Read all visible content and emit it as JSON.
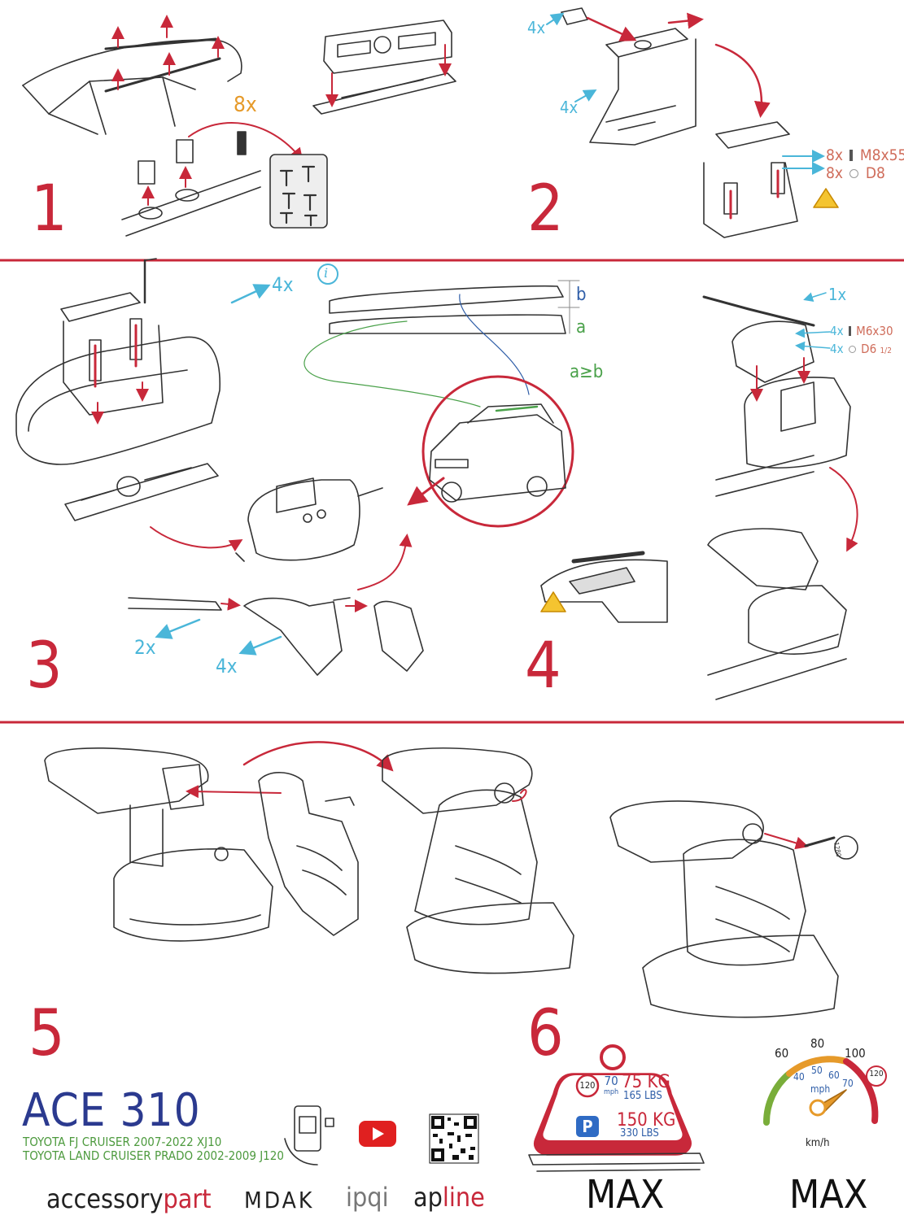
{
  "steps": [
    "1",
    "2",
    "3",
    "4",
    "5",
    "6"
  ],
  "step1": {
    "bolt_count": "8x"
  },
  "step2": {
    "qty_left_top": "4x",
    "qty_left_bottom": "4x",
    "bolt_qty": "8x",
    "bolt_spec": "M8x55",
    "washer_qty": "8x",
    "washer_spec": "D8"
  },
  "step3": {
    "qty_top": "4x",
    "qty_bar": "2x",
    "qty_foot": "4x",
    "info_icon": "info-icon",
    "dim_b": "b",
    "dim_a": "a",
    "rule": "a≥b"
  },
  "step4": {
    "qty_turn": "1x",
    "bolt_qty": "4x",
    "bolt_spec": "M6x30",
    "washer_qty": "4x",
    "washer_spec": "D6",
    "washer_spec_sub": "1/2"
  },
  "step5": {
    "key_code": "1280"
  },
  "step6": {
    "speed_limit_circle": "120",
    "mph_value": "70",
    "mph_unit": "mph",
    "load_kg": "75 KG",
    "load_lbs": "165 LBS",
    "parking_symbol": "P",
    "parked_kg": "150 KG",
    "parked_lbs": "330 LBS",
    "max_left": "MAX",
    "max_right": "MAX",
    "kmh_ticks": [
      "60",
      "80",
      "100"
    ],
    "mph_ticks": [
      "40",
      "50",
      "60",
      "70"
    ],
    "gauge_mph": "mph",
    "gauge_kmh": "km/h",
    "gauge_limit": "120"
  },
  "product": {
    "model": "ACE 310",
    "fit_line_1": "TOYOTA FJ CRUISER 2007-2022 XJ10",
    "fit_line_2": "TOYOTA LAND CRUISER PRADO 2002-2009 J120"
  },
  "brands": {
    "accessory_1": "accessory",
    "accessory_2": "part",
    "mdak": "MDAK",
    "ipqi": "ipqi",
    "apline_1": "ap",
    "apline_2": "line"
  },
  "colors": {
    "accent_red": "#c8283a",
    "cyan": "#4ab6d9",
    "orange": "#e69a2a",
    "navy": "#2b3a8f",
    "green": "#4d9a3e"
  }
}
